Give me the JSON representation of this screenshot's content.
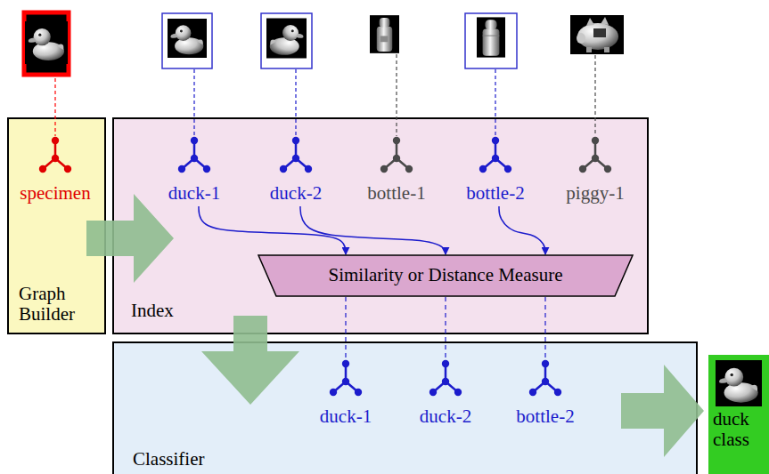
{
  "diagram": {
    "nodes": [
      {
        "text": [
          "Graph Builder"
        ]
      },
      {
        "text": [
          "specimen"
        ],
        "in": 0
      },
      {
        "text": [
          "Index"
        ]
      },
      {
        "text": [
          "duck-1"
        ],
        "in": 2
      },
      {
        "text": [
          "duck-2"
        ],
        "in": 2
      },
      {
        "text": [
          "bottle-1"
        ],
        "in": 2
      },
      {
        "text": [
          "bottle-2"
        ],
        "in": 2
      },
      {
        "text": [
          "piggy-1"
        ],
        "in": 2
      },
      {
        "text": [
          "Similarity or Distance Measure"
        ],
        "in": 2
      },
      {
        "text": [
          "Classifier"
        ]
      },
      {
        "text": [
          "duck-1"
        ],
        "in": 9
      },
      {
        "text": [
          "duck-2"
        ],
        "in": 9
      },
      {
        "text": [
          "bottle-2"
        ],
        "in": 9
      },
      {
        "text": [
          "duck class"
        ]
      }
    ],
    "edges": [
      {
        "from": 3,
        "to": 8,
        "arrow": "to"
      },
      {
        "from": 4,
        "to": 8,
        "arrow": "to"
      },
      {
        "from": 6,
        "to": 8,
        "arrow": "to"
      },
      {
        "from": 8,
        "to": 10,
        "arrow": "none"
      },
      {
        "from": 8,
        "to": 11,
        "arrow": "none"
      },
      {
        "from": 8,
        "to": 12,
        "arrow": "none"
      },
      {
        "from": 0,
        "to": 2,
        "arrow": "to"
      },
      {
        "from": 2,
        "to": 9,
        "arrow": "to"
      },
      {
        "from": 9,
        "to": 13,
        "arrow": "to"
      }
    ]
  }
}
